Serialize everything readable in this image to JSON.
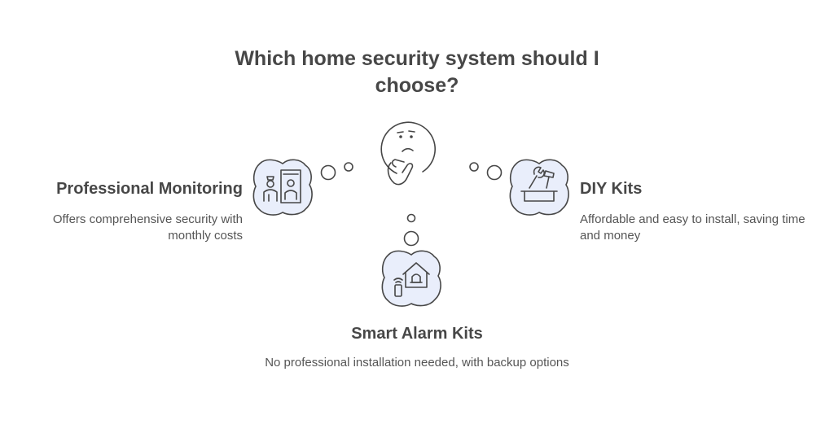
{
  "title": "Which home security system should I choose?",
  "options": {
    "professional": {
      "title": "Professional Monitoring",
      "description": "Offers comprehensive security with monthly costs",
      "icon": "security-guard-icon"
    },
    "diy": {
      "title": "DIY Kits",
      "description": "Affordable and easy to install, saving time and money",
      "icon": "toolbox-icon"
    },
    "smart": {
      "title": "Smart Alarm Kits",
      "description": "No professional installation needed, with backup options",
      "icon": "smart-home-alarm-icon"
    }
  },
  "center_icon": "thinking-face-icon",
  "colors": {
    "text": "#474747",
    "icon_fill": "#e9eefb",
    "outline": "#474747"
  }
}
